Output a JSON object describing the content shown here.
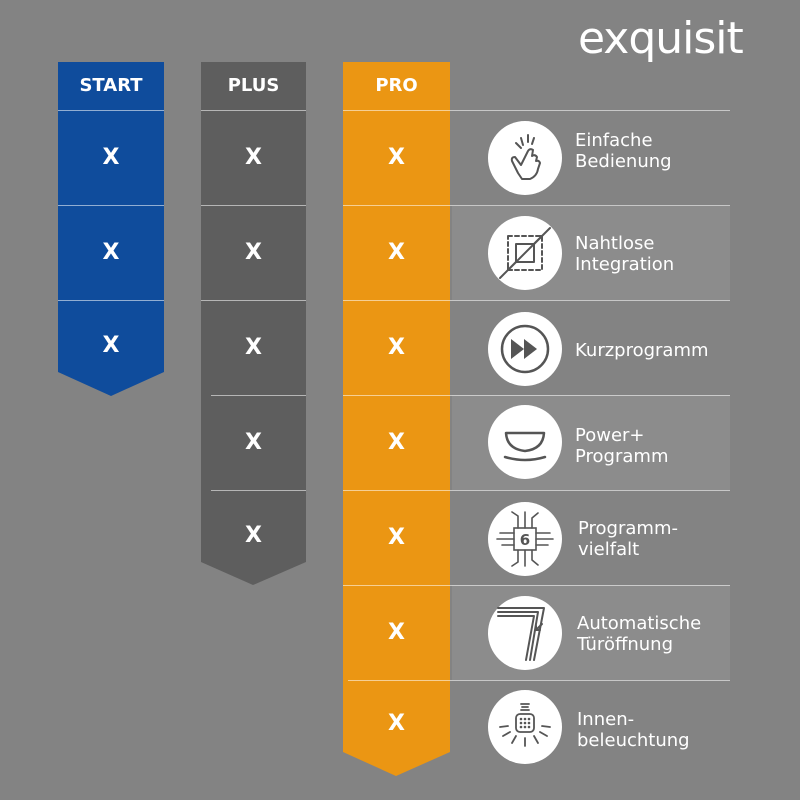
{
  "brand": {
    "logo_text": "exquisit"
  },
  "colors": {
    "background": "#838383",
    "start": "#0f4c9c",
    "plus": "#5e5e5e",
    "pro": "#eb9613",
    "white": "#ffffff"
  },
  "columns": [
    {
      "label": "START",
      "marks": [
        "X",
        "X",
        "X"
      ]
    },
    {
      "label": "PLUS",
      "marks": [
        "X",
        "X",
        "X",
        "X",
        "X"
      ]
    },
    {
      "label": "PRO",
      "marks": [
        "X",
        "X",
        "X",
        "X",
        "X",
        "X",
        "X"
      ]
    }
  ],
  "features": [
    {
      "label": "Einfache\nBedienung",
      "icon": "finger-tap-icon"
    },
    {
      "label": "Nahtlose\nIntegration",
      "icon": "integration-icon"
    },
    {
      "label": "Kurzprogramm",
      "icon": "fast-forward-icon"
    },
    {
      "label": "Power+\nProgramm",
      "icon": "bowl-icon"
    },
    {
      "label": "Programm-\nvielfalt",
      "icon": "chip-6-icon"
    },
    {
      "label": "Automatische\nTüröffnung",
      "icon": "door-open-icon"
    },
    {
      "label": "Innen-\nbeleuchtung",
      "icon": "interior-light-icon"
    }
  ]
}
